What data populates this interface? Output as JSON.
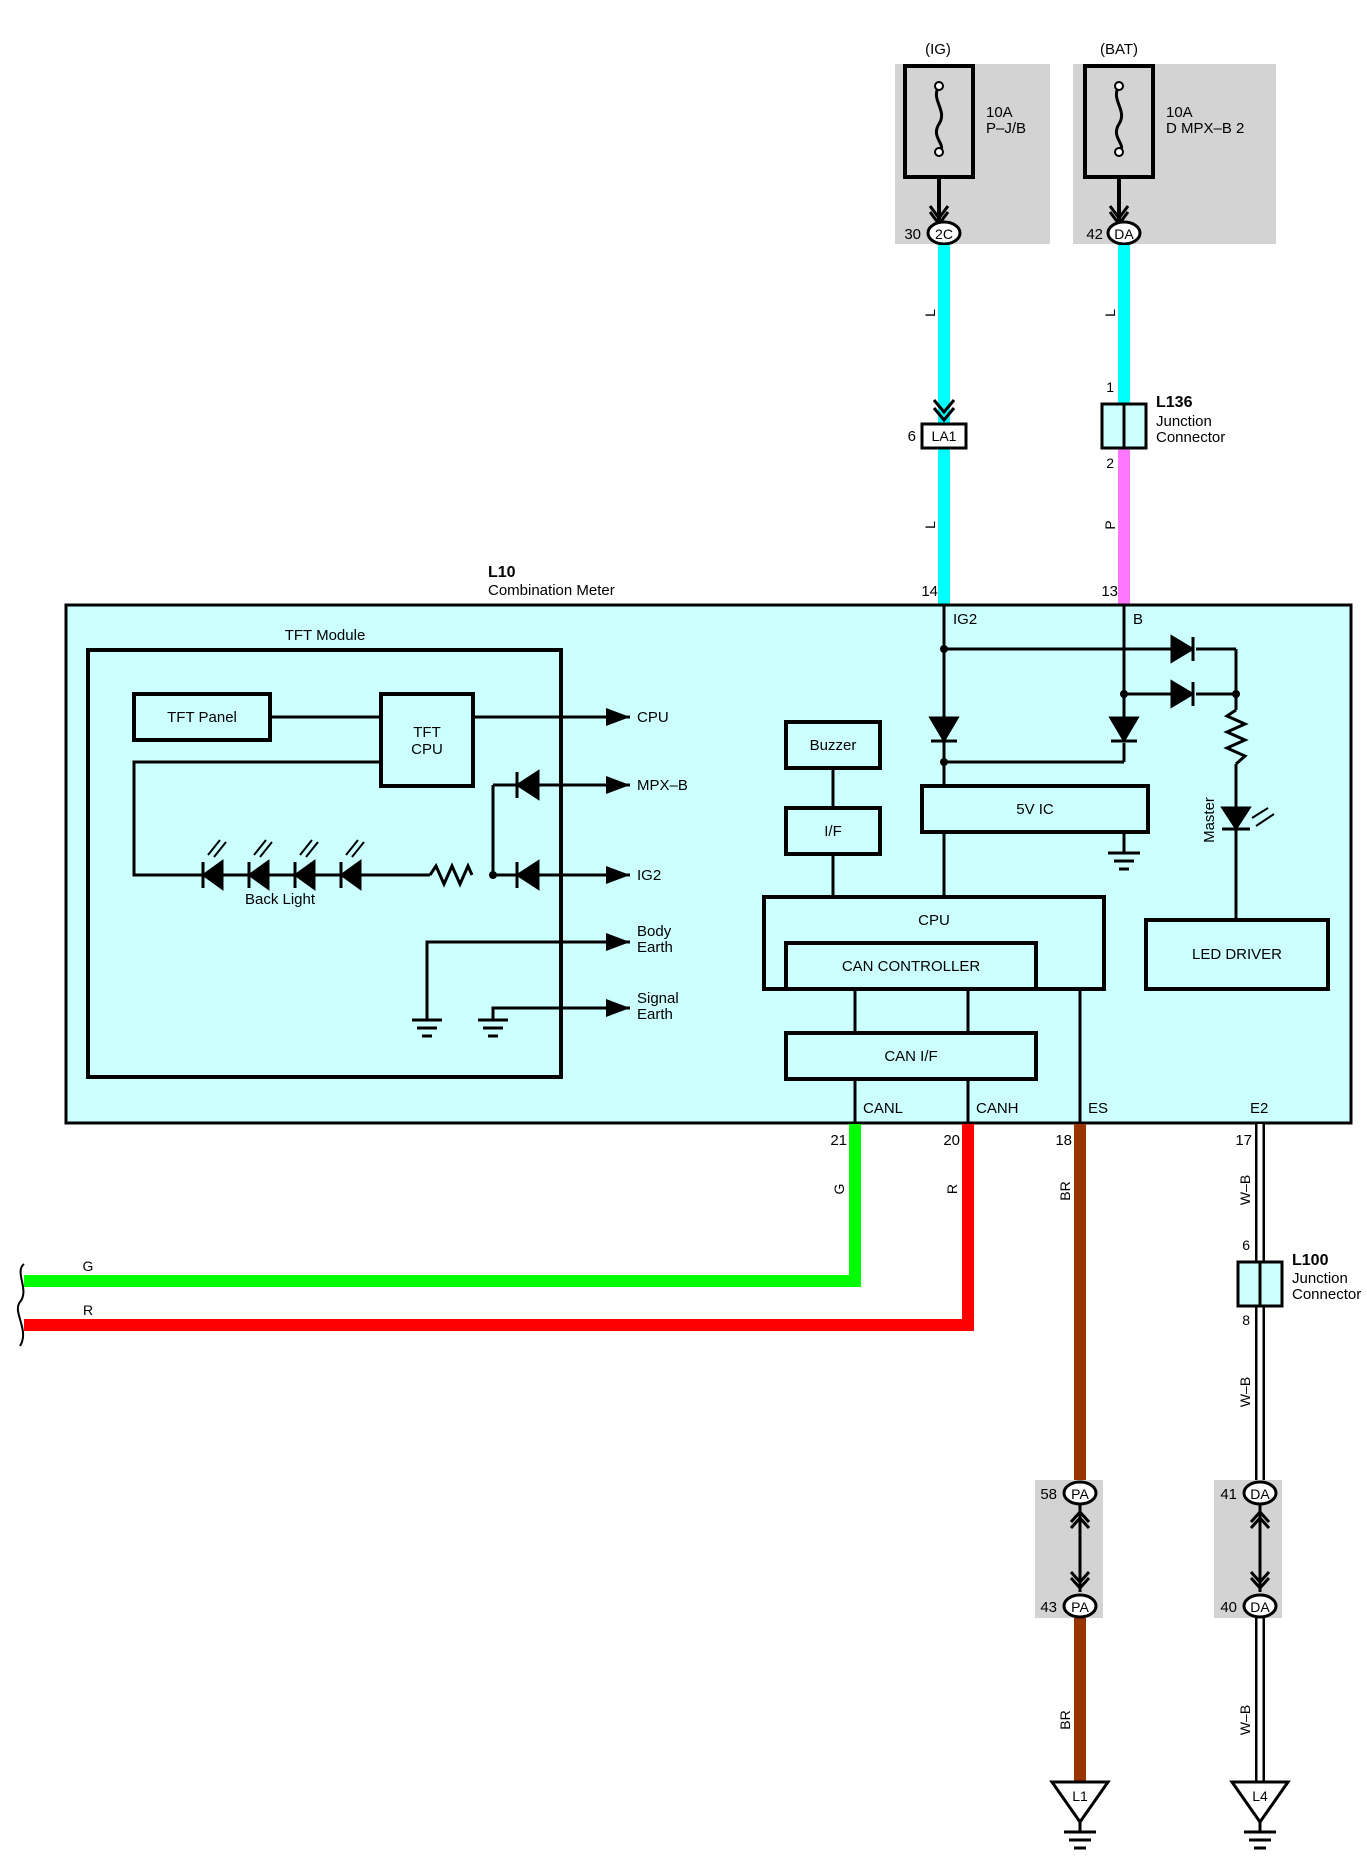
{
  "fuses": [
    {
      "source": "(IG)",
      "rating": "10A",
      "name": "P–J/B",
      "pin": "30",
      "connector": "2C"
    },
    {
      "source": "(BAT)",
      "rating": "10A",
      "name": "D MPX–B 2",
      "pin": "42",
      "connector": "DA"
    }
  ],
  "wire_colors": {
    "L": "#00ffff",
    "P": "#ff77ff",
    "G": "#00ff00",
    "R": "#ff0000",
    "BR": "#993300",
    "WB": "#ffffff",
    "body_fill": "#ccffff",
    "gray_box": "#d3d3d3"
  },
  "wire_labels": {
    "l": "L",
    "p": "P",
    "g": "G",
    "r": "R",
    "br": "BR",
    "wb": "W–B"
  },
  "la1": {
    "pin": "6",
    "name": "LA1"
  },
  "l136": {
    "id": "L136",
    "line1": "Junction",
    "line2": "Connector",
    "pin_in": "1",
    "pin_out": "2"
  },
  "l10": {
    "id": "L10",
    "name": "Combination Meter",
    "pin_ig2": "14",
    "pin_b": "13"
  },
  "tft": {
    "title": "TFT Module",
    "panel": "TFT Panel",
    "cpu_line1": "TFT",
    "cpu_line2": "CPU",
    "backlight": "Back Light",
    "outputs": {
      "cpu": "CPU",
      "mpxb": "MPX–B",
      "ig2": "IG2",
      "body1": "Body",
      "body2": "Earth",
      "sig1": "Signal",
      "sig2": "Earth"
    }
  },
  "internal": {
    "ig2": "IG2",
    "b": "B",
    "buzzer": "Buzzer",
    "if": "I/F",
    "ic5v": "5V IC",
    "cpu": "CPU",
    "can_controller": "CAN CONTROLLER",
    "can_if": "CAN I/F",
    "led_driver": "LED DRIVER",
    "master": "Master"
  },
  "bottom_pins": {
    "canl": {
      "label": "CANL",
      "pin": "21"
    },
    "canh": {
      "label": "CANH",
      "pin": "20"
    },
    "es": {
      "label": "ES",
      "pin": "18"
    },
    "e2": {
      "label": "E2",
      "pin": "17"
    }
  },
  "l100": {
    "id": "L100",
    "line1": "Junction",
    "line2": "Connector",
    "pin_in": "6",
    "pin_out": "8"
  },
  "pa": {
    "pin_top": "58",
    "pin_bottom": "43",
    "name": "PA"
  },
  "da_bottom": {
    "pin_top": "41",
    "pin_bottom": "40",
    "name": "DA"
  },
  "grounds": {
    "l1": "L1",
    "l4": "L4"
  }
}
